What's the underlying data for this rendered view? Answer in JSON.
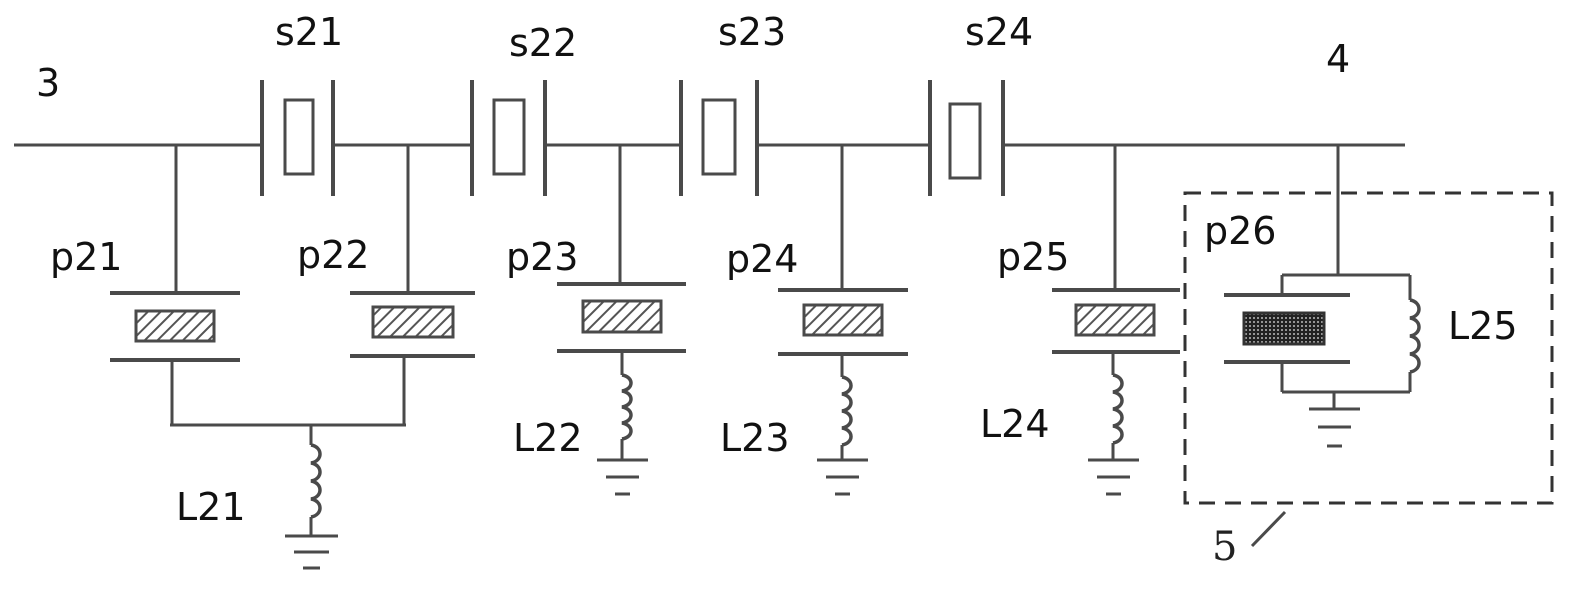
{
  "labels": {
    "port_in": "3",
    "port_out": "4",
    "s21": "s21",
    "s22": "s22",
    "s23": "s23",
    "s24": "s24",
    "p21": "p21",
    "p22": "p22",
    "p23": "p23",
    "p24": "p24",
    "p25": "p25",
    "p26": "p26",
    "L21": "L21",
    "L22": "L22",
    "L23": "L23",
    "L24": "L24",
    "L25": "L25",
    "module": "5"
  }
}
